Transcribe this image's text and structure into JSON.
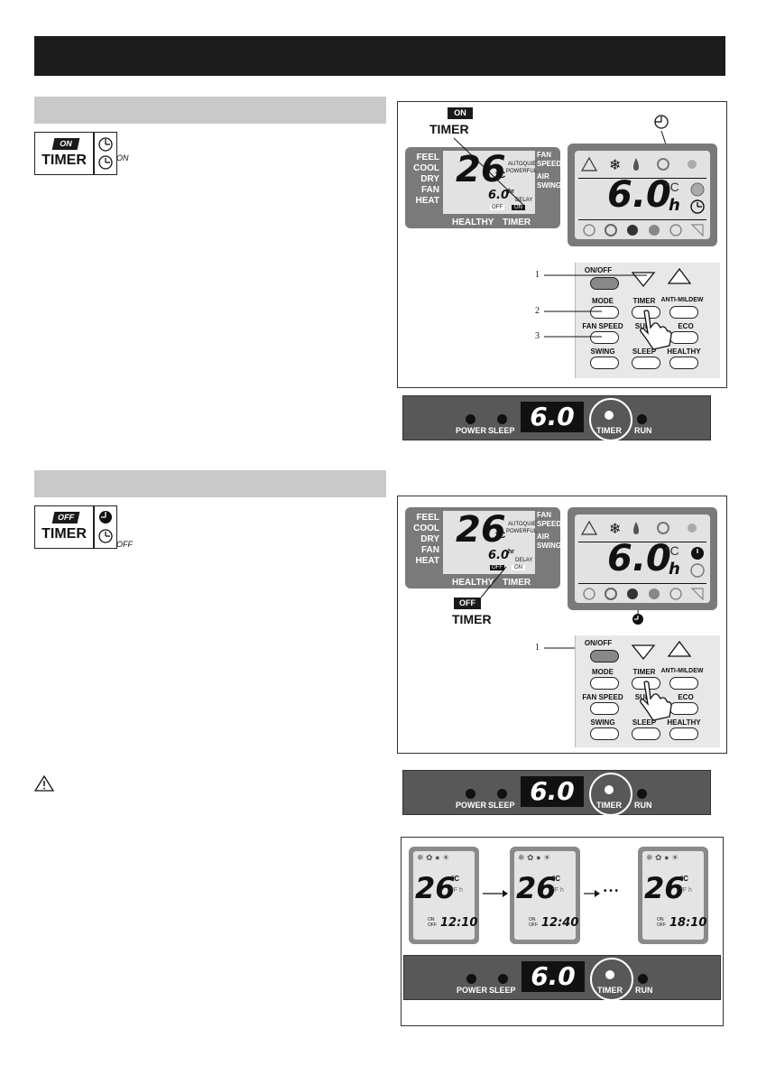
{
  "lcd": {
    "modes": [
      "FEEL",
      "COOL",
      "DRY",
      "FAN",
      "HEAT"
    ],
    "temp": "26",
    "temp_unit": "°C",
    "right_labels": [
      "FAN",
      "SPEED",
      "AIR",
      "SWING"
    ],
    "extras": [
      "AUTOQUIET",
      "POWERFUL"
    ],
    "timer_value": "6.0",
    "timer_unit": "hr",
    "delay": "DELAY",
    "on": "ON",
    "off": "OFF",
    "healthy": "HEALTHY",
    "timer": "TIMER"
  },
  "big_lcd": {
    "value": "6.0",
    "unit_c": "°C",
    "unit_h": "h"
  },
  "badges": {
    "on_tag": "ON",
    "off_tag": "OFF",
    "timer": "TIMER",
    "clock_on_sub": "ON",
    "clock_off_sub": "OFF"
  },
  "remote": {
    "on_off": "ON/OFF",
    "mode": "MODE",
    "timer": "TIMER",
    "anti_mildew": "ANTI-MILDEW",
    "fan_speed": "FAN SPEED",
    "super": "SUP",
    "eco": "ECO",
    "swing": "SWING",
    "sleep": "SLEEP",
    "healthy": "HEALTHY"
  },
  "callouts": {
    "one": "1",
    "two": "2",
    "three": "3"
  },
  "unit": {
    "power": "POWER",
    "sleep": "SLEEP",
    "display": "6.0",
    "timer": "TIMER",
    "run": "RUN"
  },
  "sequence": {
    "temp": "26",
    "deg": "°C",
    "fh": "°F h",
    "on": "ON",
    "off": "OFF",
    "times": [
      "12:10",
      "12:40",
      "18:10"
    ],
    "ellipsis": "• • •"
  },
  "warning_icon": "warning-triangle-icon"
}
